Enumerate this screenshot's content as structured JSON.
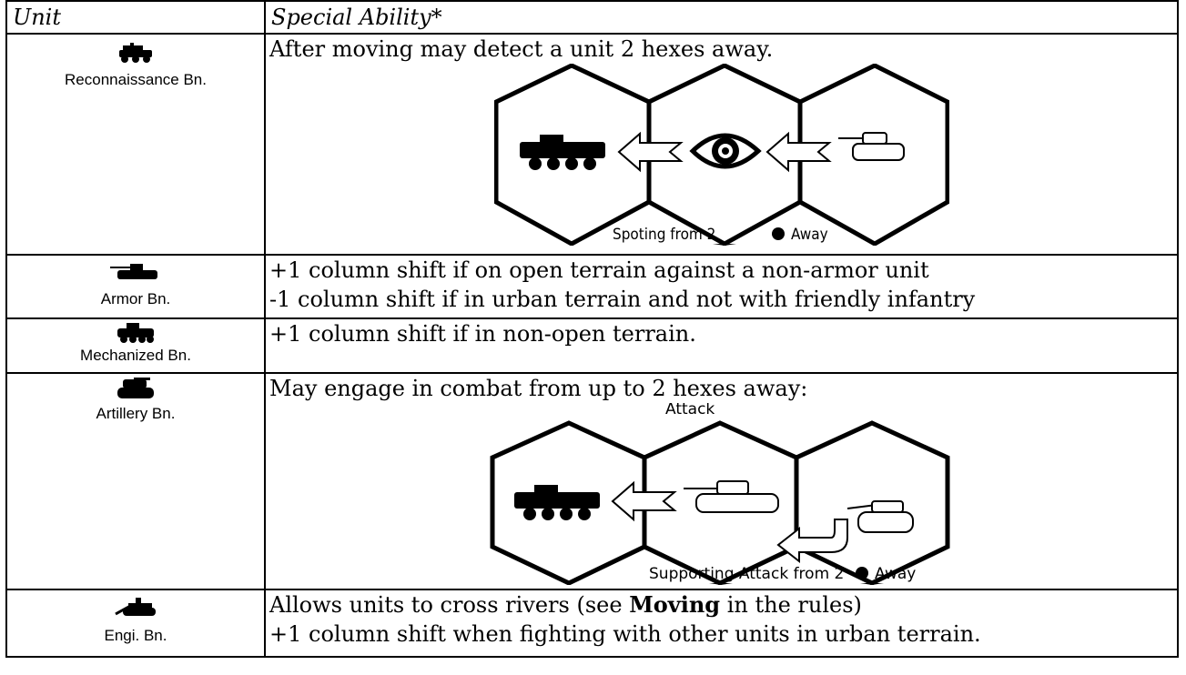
{
  "header": {
    "unit": "Unit",
    "ability": "Special Ability*"
  },
  "rows": [
    {
      "unit": "Reconnaissance Bn.",
      "icon": "recon-vehicle-icon",
      "lines": [
        "After moving may detect a unit 2 hexes away."
      ],
      "diagram_caption": "Spoting from 2",
      "diagram_caption_after": "Away"
    },
    {
      "unit": "Armor Bn.",
      "icon": "tank-icon",
      "lines": [
        "+1 column shift if on open terrain against a non-armor unit",
        "-1 column shift if in urban terrain and not with friendly infantry"
      ]
    },
    {
      "unit": "Mechanized Bn.",
      "icon": "apc-icon",
      "lines": [
        "+1 column shift if in non-open terrain."
      ]
    },
    {
      "unit": "Artillery Bn.",
      "icon": "artillery-icon",
      "lines": [
        "May engage in combat from up to 2 hexes away:"
      ],
      "diagram_top_label": "Attack",
      "diagram_caption": "Supporting Attack from 2",
      "diagram_caption_after": "Away"
    },
    {
      "unit": "Engi. Bn.",
      "icon": "engineer-vehicle-icon",
      "line1_before": "Allows units to cross rivers (see ",
      "line1_bold": "Moving",
      "line1_after": " in the rules)",
      "line2": "+1 column shift when fighting with other units in urban terrain."
    }
  ]
}
